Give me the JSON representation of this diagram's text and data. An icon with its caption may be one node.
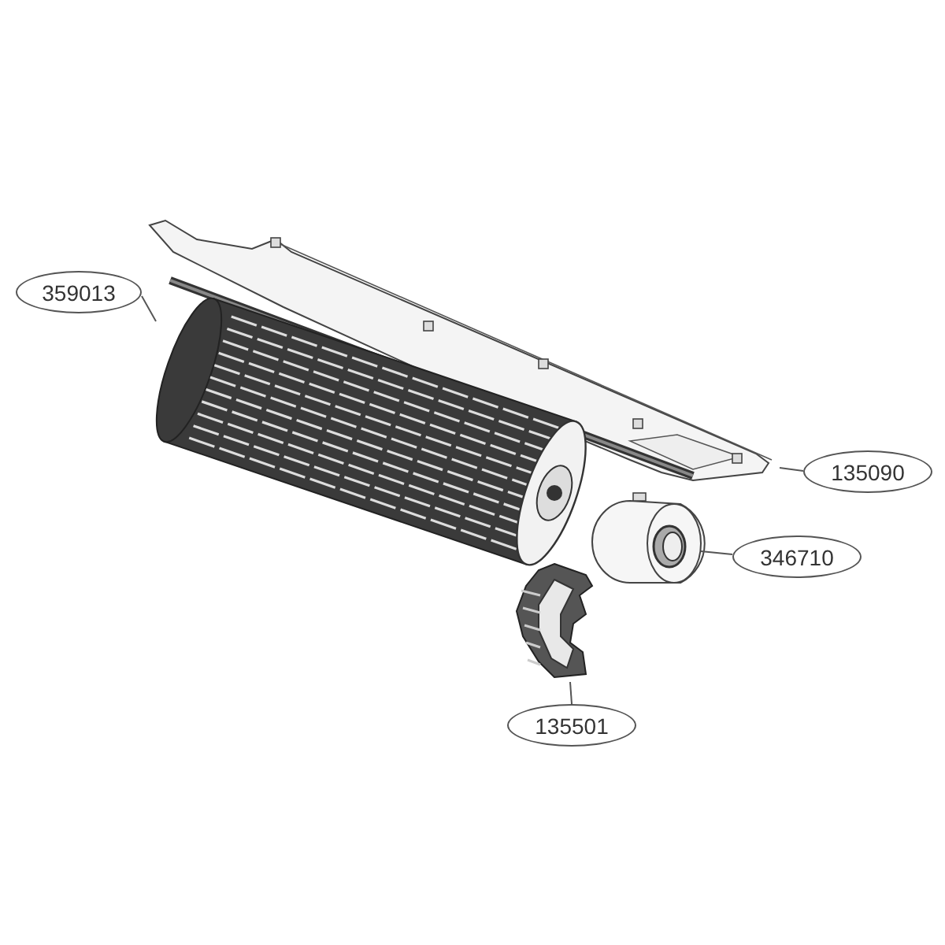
{
  "diagram": {
    "nodes": [
      {
        "text": [],
        "shape": "picture"
      },
      {
        "text": [
          "359013"
        ]
      },
      {
        "text": [],
        "shape": "picture"
      },
      {
        "text": [
          "135090"
        ]
      },
      {
        "text": [],
        "shape": "picture"
      },
      {
        "text": [
          "346710"
        ]
      },
      {
        "text": [],
        "shape": "picture"
      },
      {
        "text": [
          "135501"
        ]
      }
    ],
    "edges": [
      {
        "from": 1,
        "to": 2,
        "arrow": "none"
      },
      {
        "from": 3,
        "to": 0,
        "arrow": "none"
      },
      {
        "from": 5,
        "to": 4,
        "arrow": "none"
      },
      {
        "from": 7,
        "to": 6,
        "arrow": "none"
      }
    ]
  }
}
